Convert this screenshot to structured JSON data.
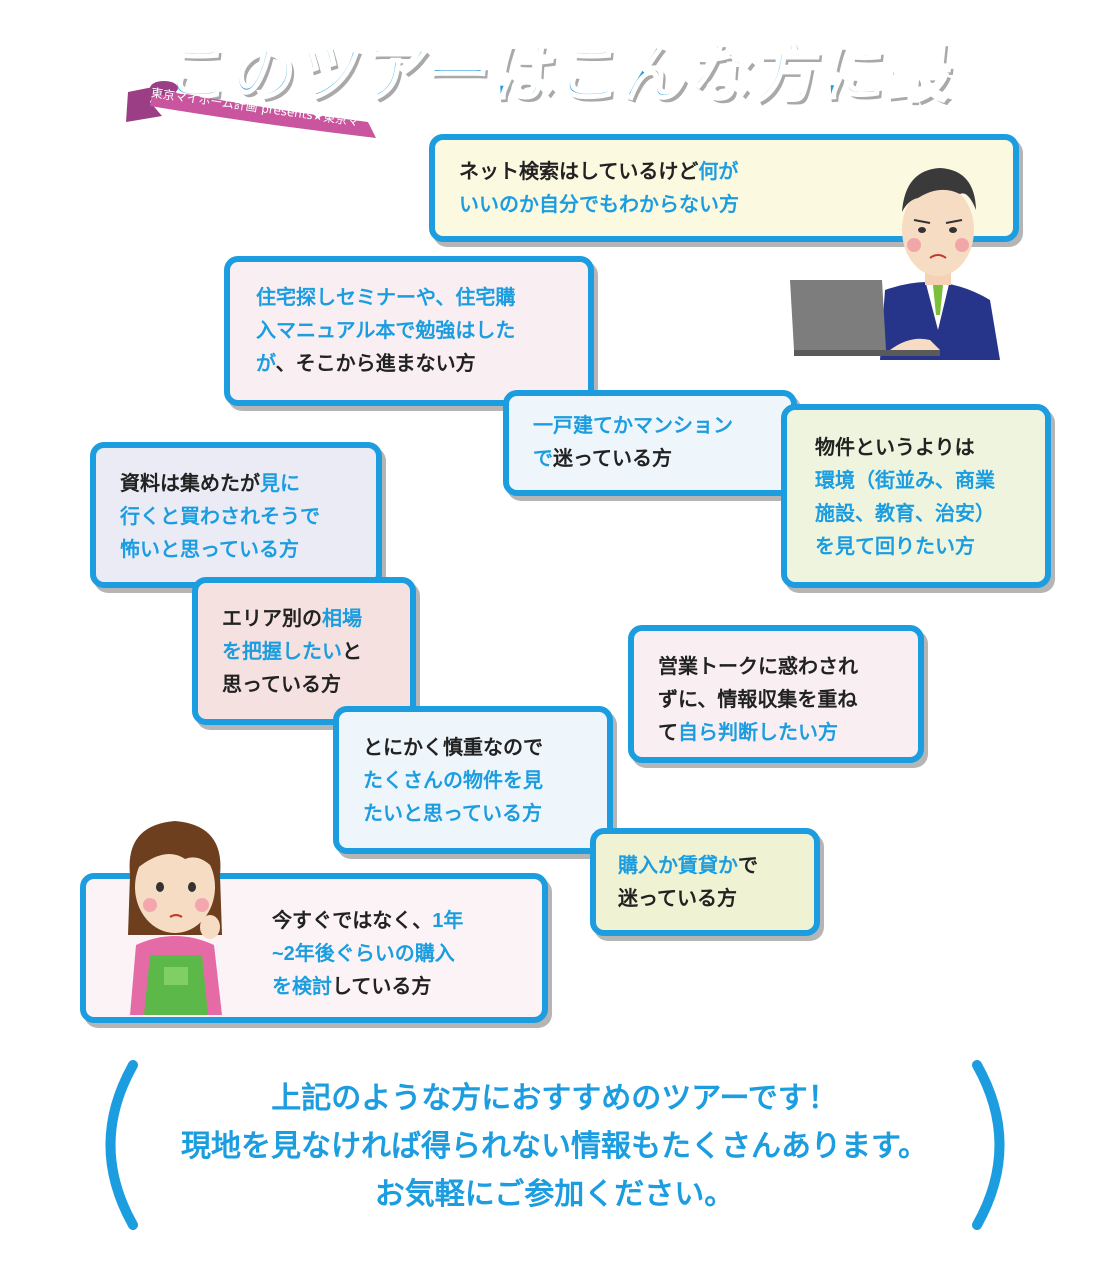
{
  "title": "このツアーはこんな方に最適！",
  "ribbon_text": "東京マイホーム計画 presents★東京マ",
  "colors": {
    "accent": "#1c9de0",
    "ribbon": "#c8559e",
    "text": "#222222"
  },
  "boxes": {
    "b1": {
      "l1a": "ネット検索はしているけど",
      "l1b": "何が",
      "l2": "いいのか自分でもわからない方"
    },
    "b2": {
      "l1": "住宅探しセミナーや、住宅購",
      "l2": "入マニュアル本で勉強はした",
      "l3a": "が",
      "l3b": "、そこから進まない方"
    },
    "b3": {
      "l1": "一戸建てかマンション",
      "l2a": "で",
      "l2b": "迷っている方"
    },
    "b4": {
      "l1": "物件というよりは",
      "l2": "環境（街並み、商業",
      "l3": "施設、教育、治安）",
      "l4": "を見て回りたい方"
    },
    "b5": {
      "l1a": "資料は集めたが",
      "l1b": "見に",
      "l2": "行くと買わされそうで",
      "l3": "怖いと思っている方"
    },
    "b6": {
      "l1a": "エリア別の",
      "l1b": "相場",
      "l2a": "を把握したい",
      "l2b": "と",
      "l3": "思っている方"
    },
    "b7": {
      "l1": "営業トークに惑わされ",
      "l2": "ずに、情報収集を重ね",
      "l3a": "て",
      "l3b": "自ら判断したい方"
    },
    "b8": {
      "l1": "とにかく慎重なので",
      "l2": "たくさんの物件を見",
      "l3": "たいと思っている方"
    },
    "b9": {
      "l1a": "購入か賃貸か",
      "l1b": "で",
      "l2": "迷っている方"
    },
    "b10": {
      "l1a": "今すぐではなく、",
      "l1b": "1年",
      "l2": "~2年後ぐらいの購入",
      "l3a": "を検討",
      "l3b": "している方"
    }
  },
  "closing": {
    "line1": "上記のような方におすすめのツアーです！",
    "line2": "現地を見なければ得られない情報もたくさんあります。",
    "line3": "お気軽にご参加ください。"
  }
}
